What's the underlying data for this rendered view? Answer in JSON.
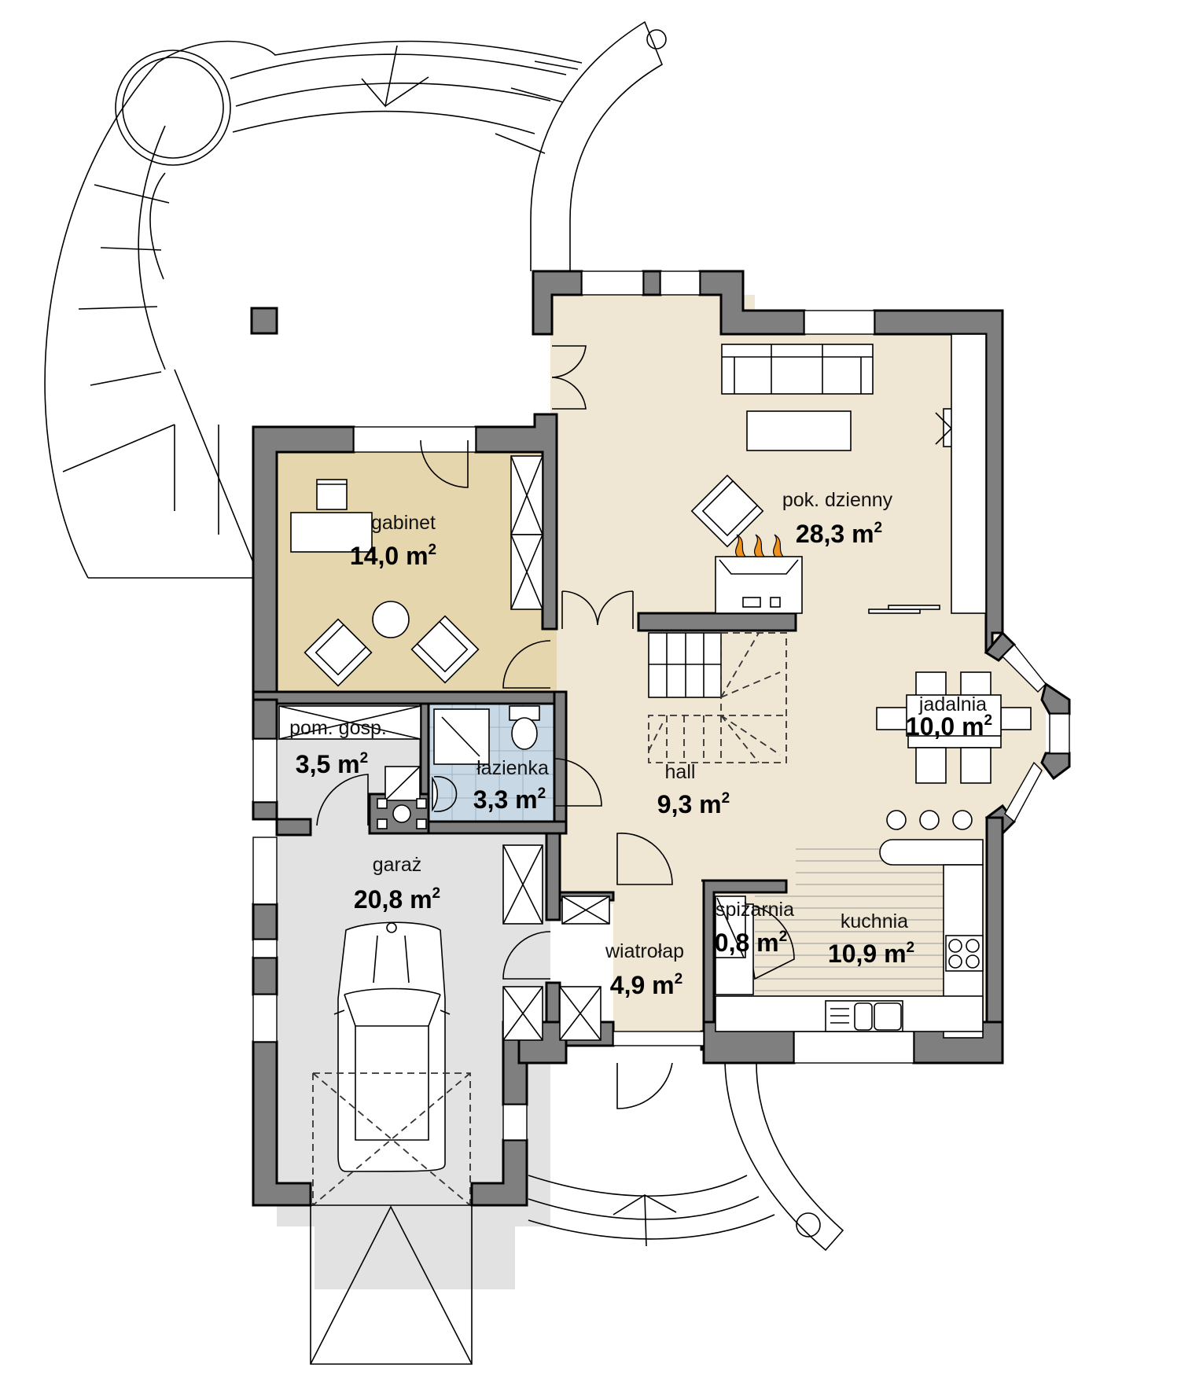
{
  "plan": {
    "type": "floor-plan",
    "level": "ground floor",
    "area_unit": "m",
    "area_unit_sup": "2"
  },
  "colors": {
    "wall": "#7f7f7f",
    "living_area": "#efe6d4",
    "study": "#e6d6ad",
    "garage_utility": "#e2e2e2",
    "bathroom": "#c8d8e4",
    "fireplace_flame": "#f0901e",
    "furniture": "#ffffff"
  },
  "rooms": [
    {
      "id": "gabinet",
      "name": "gabinet",
      "area": "14,0 m",
      "sup": "2"
    },
    {
      "id": "pok-dzienny",
      "name": "pok. dzienny",
      "area": "28,3 m",
      "sup": "2"
    },
    {
      "id": "jadalnia",
      "name": "jadalnia",
      "area": "10,0 m",
      "sup": "2"
    },
    {
      "id": "pom-gosp",
      "name": "pom. gosp.",
      "area": "3,5 m",
      "sup": "2"
    },
    {
      "id": "lazienka",
      "name": "łazienka",
      "area": "3,3 m",
      "sup": "2"
    },
    {
      "id": "hall",
      "name": "hall",
      "area": "9,3 m",
      "sup": "2"
    },
    {
      "id": "garaz",
      "name": "garaż",
      "area": "20,8 m",
      "sup": "2"
    },
    {
      "id": "spizarnia",
      "name": "spiżarnia",
      "area": "0,8 m",
      "sup": "2"
    },
    {
      "id": "kuchnia",
      "name": "kuchnia",
      "area": "10,9 m",
      "sup": "2"
    },
    {
      "id": "wiatrolap",
      "name": "wiatrołap",
      "area": "4,9 m",
      "sup": "2"
    }
  ]
}
